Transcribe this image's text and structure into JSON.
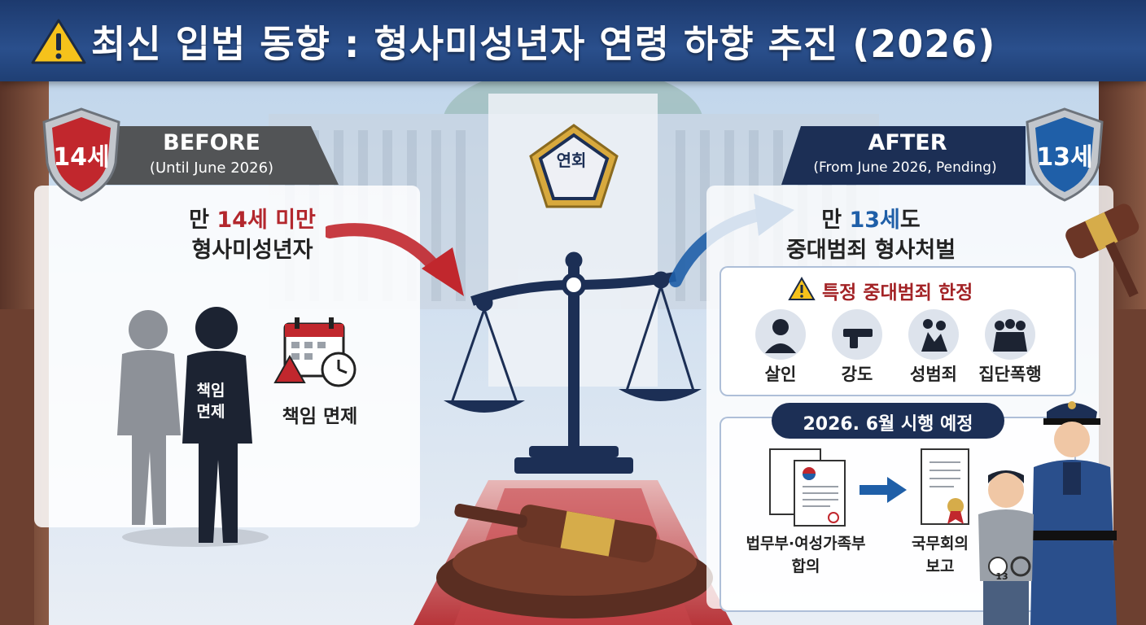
{
  "title": {
    "text": "최신 입법 동향 : 형사미성년자 연령 하향 추진 (2026)",
    "warning_icon": "warning-triangle-icon"
  },
  "colors": {
    "title_bar": "#24477f",
    "before_red": "#b3272d",
    "after_blue": "#1f5fa8",
    "navy": "#1c2f55"
  },
  "before": {
    "shield_age": "14세",
    "label": "BEFORE",
    "sub": "(Until June 2026)",
    "line1_prefix": "만 ",
    "line1_highlight": "14세 미만",
    "line2": "형사미성년자",
    "boy_line1": "책임",
    "boy_line2": "면제",
    "exempt_label": "책임 면제",
    "calendar_icon": "calendar-clock-warning-icon"
  },
  "center": {
    "seal_text": "연회",
    "scale_icon": "scales-of-justice-icon",
    "gavel_icon": "gavel-icon"
  },
  "after": {
    "shield_age": "13세",
    "label": "AFTER",
    "sub": "(From June 2026, Pending)",
    "line1_prefix": "만 ",
    "line1_highlight": "13세",
    "line1_suffix": "도",
    "line2": "중대범죄 형사처벌",
    "crimes_title": "특정 중대범죄 한정",
    "crimes": [
      {
        "label": "살인",
        "icon": "suspect-person-icon"
      },
      {
        "label": "강도",
        "icon": "robbery-gun-icon"
      },
      {
        "label": "성범죄",
        "icon": "sexual-crime-icon"
      },
      {
        "label": "집단폭행",
        "icon": "group-assault-icon"
      }
    ],
    "schedule": "2026. 6월 시행 예정",
    "doc1_line1": "법무부·여성가족부",
    "doc1_line2": "합의",
    "doc2_line1": "국무회의",
    "doc2_line2": "보고",
    "handcuff_tag": "13"
  }
}
